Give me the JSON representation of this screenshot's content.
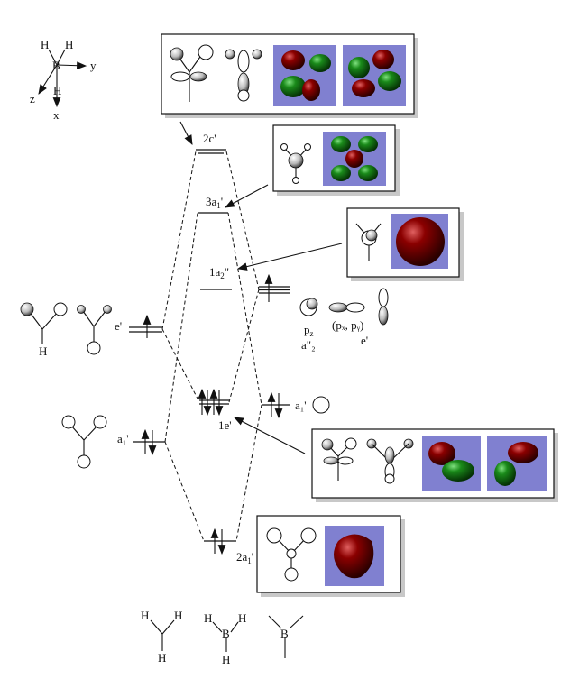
{
  "axes": {
    "atom_center": "B",
    "h_top_left": "H",
    "h_top_right": "H",
    "h_below": "H",
    "y": "y",
    "z": "z",
    "x": "x"
  },
  "levels": {
    "mo_2e": "2c'",
    "mo_3a1_main": "3a",
    "mo_3a1_sub": "1",
    "mo_3a1_prime": "'",
    "mo_1a2_main": "1a",
    "mo_1a2_sub": "2",
    "mo_1a2_prime": "\"",
    "mo_1e": "1e'",
    "mo_2a1_main": "2a",
    "mo_2a1_sub": "1",
    "mo_2a1_prime": "'",
    "h3_e": "e'",
    "h3_a1": "a₁'",
    "b_a1": "a₁'"
  },
  "b_orbitals": {
    "pz_label_main": "p",
    "pz_label_sub": "z",
    "pz_sym": "a\"₂",
    "pxpy_label": "(pₓ, pᵧ)",
    "pxpy_sym": "e'"
  },
  "bottom_structures": {
    "h3": {
      "h1": "H",
      "h2": "H",
      "h3": "H"
    },
    "bh3": {
      "b": "B",
      "h1": "H",
      "h2": "H",
      "h3": "H"
    },
    "b": {
      "b": "B"
    }
  },
  "colors": {
    "surface_bg": "#8080d0",
    "lobe_red": "#8b0000",
    "lobe_green": "#1a8a1a"
  }
}
